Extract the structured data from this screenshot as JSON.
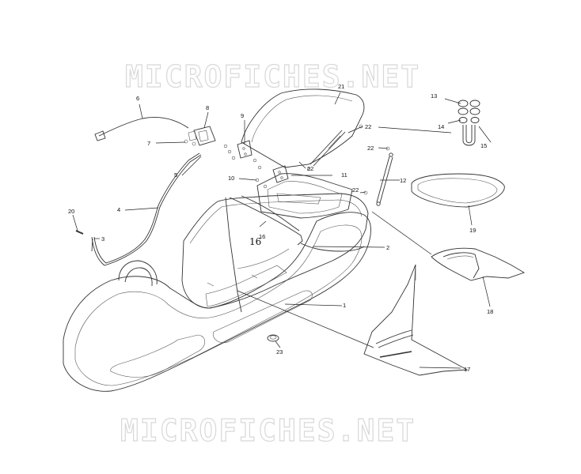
{
  "watermark": {
    "top_text": "MICROFICHES.NET",
    "bottom_text": "MICROFICHES.NET"
  },
  "callouts": {
    "c1": "1",
    "c2": "2",
    "c3": "3",
    "c4": "4",
    "c5": "5",
    "c6": "6",
    "c7": "7",
    "c8": "8",
    "c9": "9",
    "c10": "10",
    "c11": "11",
    "c12": "12",
    "c13": "13",
    "c14": "14",
    "c15": "15",
    "c16": "16",
    "c16_large": "16",
    "c17": "17",
    "c18": "18",
    "c19": "19",
    "c20": "20",
    "c21": "21",
    "c22a": "22",
    "c22b": "22",
    "c22c": "22",
    "c22d": "22",
    "c23": "23"
  }
}
